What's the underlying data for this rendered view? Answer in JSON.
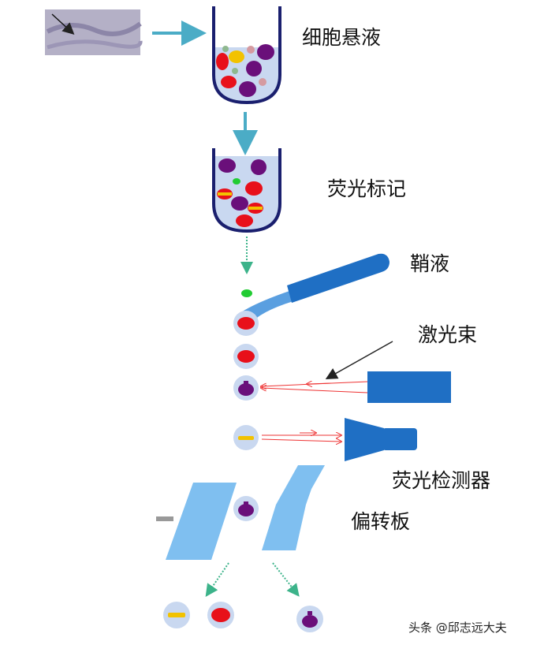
{
  "labels": {
    "cell_suspension": "细胞悬液",
    "fluorescent_labeling": "荧光标记",
    "sheath_fluid": "鞘液",
    "laser_beam": "激光束",
    "fluorescence_detector": "荧光检测器",
    "deflection_plate": "偏转板"
  },
  "watermark": "头条 @邱志远大夫",
  "colors": {
    "arrow": "#4bacc6",
    "tube": "#1a1f6e",
    "liquid": "#c9d8f0",
    "red_cell": "#e8101a",
    "purple_cell": "#6a0f7a",
    "yellow_band": "#f2c200",
    "green_cell": "#22cc33",
    "instrument_blue": "#1f6fc4",
    "plate_blue": "#7fbff0",
    "laser_red": "#e33"
  }
}
